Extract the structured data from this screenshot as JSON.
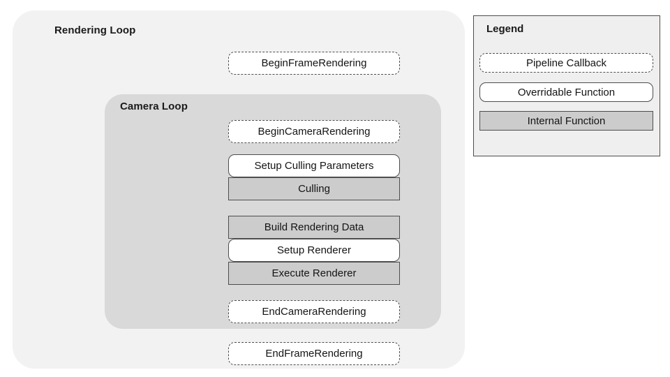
{
  "diagram": {
    "title": "Rendering Loop",
    "colors": {
      "outer_group_fill": "#f2f2f2",
      "inner_group_fill": "#d9d9d9",
      "internal_fill": "#cccccc",
      "node_fill": "#ffffff",
      "stroke": "#4d4d4d",
      "text": "#141414",
      "legend_fill": "#efefef"
    },
    "groups": [
      {
        "id": "rendering-loop",
        "label": "Rendering Loop"
      },
      {
        "id": "camera-loop",
        "label": "Camera Loop"
      }
    ],
    "nodes": [
      {
        "id": "begin-frame-rendering",
        "label": "BeginFrameRendering",
        "type": "callback",
        "group": "rendering-loop"
      },
      {
        "id": "begin-camera-rendering",
        "label": "BeginCameraRendering",
        "type": "callback",
        "group": "camera-loop"
      },
      {
        "id": "setup-culling-params",
        "label": "Setup Culling Parameters",
        "type": "overridable",
        "group": "camera-loop"
      },
      {
        "id": "culling",
        "label": "Culling",
        "type": "internal",
        "group": "camera-loop"
      },
      {
        "id": "build-rendering-data",
        "label": "Build Rendering Data",
        "type": "internal",
        "group": "camera-loop"
      },
      {
        "id": "setup-renderer",
        "label": "Setup Renderer",
        "type": "overridable",
        "group": "camera-loop"
      },
      {
        "id": "execute-renderer",
        "label": "Execute Renderer",
        "type": "internal",
        "group": "camera-loop"
      },
      {
        "id": "end-camera-rendering",
        "label": "EndCameraRendering",
        "type": "callback",
        "group": "camera-loop"
      },
      {
        "id": "end-frame-rendering",
        "label": "EndFrameRendering",
        "type": "callback",
        "group": "rendering-loop"
      }
    ]
  },
  "legend": {
    "title": "Legend",
    "items": [
      {
        "label": "Pipeline Callback",
        "type": "callback"
      },
      {
        "label": "Overridable Function",
        "type": "overridable"
      },
      {
        "label": "Internal Function",
        "type": "internal"
      }
    ]
  }
}
